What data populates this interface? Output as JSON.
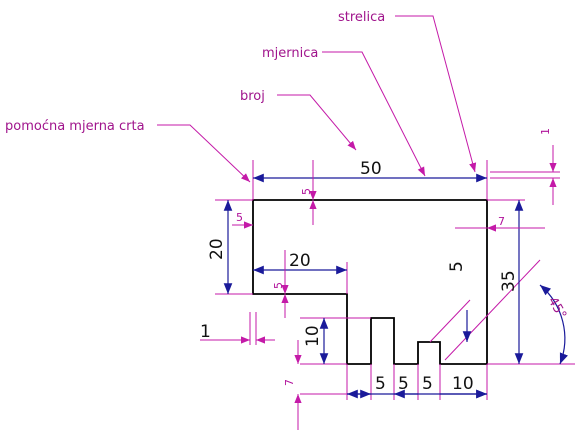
{
  "callouts": {
    "arrow": "strelica",
    "dimension_line": "mjernica",
    "number": "broj",
    "extension_line": "pomoćna mjerna crta"
  },
  "dimensions": {
    "overall_width": "50",
    "overall_height": "35",
    "left_height": "20",
    "step_width": "20",
    "top_offset": "5",
    "left_top": "5",
    "left_step": "5",
    "right_offset": "7",
    "tooth_height": "10",
    "notch_depth": "5",
    "bottom_5a": "5",
    "bottom_5b": "5",
    "bottom_5c": "5",
    "bottom_10": "10",
    "bottom_left_7": "7",
    "small_1_left": "1",
    "small_1_right": "1",
    "angle": "45°"
  },
  "colors": {
    "callout": "#a0148c",
    "extension": "#c41aa8",
    "dimension": "#1a1a9a",
    "outline": "#000000"
  }
}
